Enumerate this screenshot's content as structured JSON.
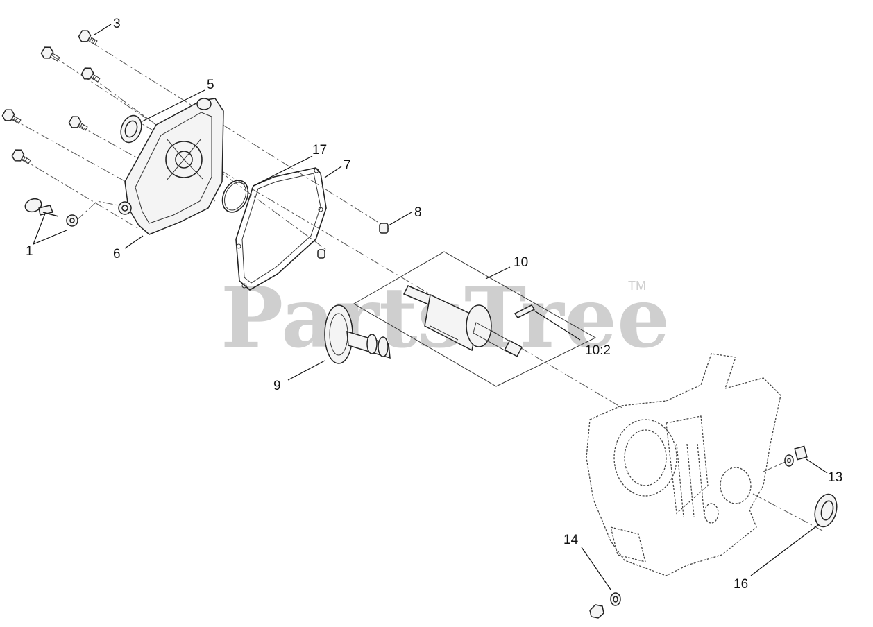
{
  "watermark": {
    "text": "PartsTree",
    "trademark": "TM"
  },
  "callouts": [
    {
      "id": "c3",
      "label": "3"
    },
    {
      "id": "c5",
      "label": "5"
    },
    {
      "id": "c17",
      "label": "17"
    },
    {
      "id": "c7",
      "label": "7"
    },
    {
      "id": "c8",
      "label": "8"
    },
    {
      "id": "c1",
      "label": "1"
    },
    {
      "id": "c6",
      "label": "6"
    },
    {
      "id": "c10",
      "label": "10"
    },
    {
      "id": "c10_2",
      "label": "10:2"
    },
    {
      "id": "c9",
      "label": "9"
    },
    {
      "id": "c13",
      "label": "13"
    },
    {
      "id": "c14",
      "label": "14"
    },
    {
      "id": "c16",
      "label": "16"
    }
  ],
  "colors": {
    "line": "#222222",
    "watermark": "#cfcfcf",
    "background": "#ffffff"
  }
}
